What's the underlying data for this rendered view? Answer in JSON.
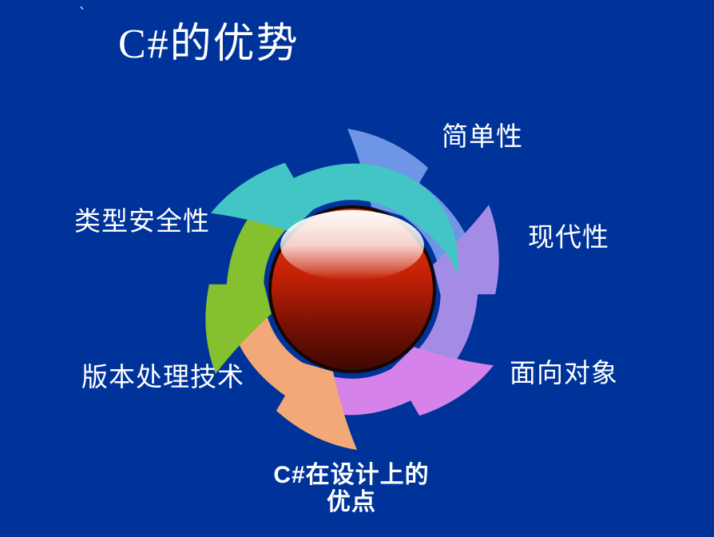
{
  "slide": {
    "title": "C#的优势",
    "stray_mark": "`",
    "background_color": "#003399",
    "text_color": "#ffffff"
  },
  "diagram": {
    "sphere": {
      "top_color": "#e63c1c",
      "mid_color": "#c32106",
      "lower_color": "#701004",
      "bottom_color": "#3c0801",
      "outline_color": "#170503",
      "gloss_color": "#ffffff"
    },
    "arrows": [
      {
        "points_to": "简单性",
        "color": "#6e95e6"
      },
      {
        "points_to": "现代性",
        "color": "#a48ce6"
      },
      {
        "points_to": "面向对象",
        "color": "#d583ea"
      },
      {
        "points_to": "C#在设计上的优点",
        "color": "#f3a877"
      },
      {
        "points_to": "版本处理技术",
        "color": "#85c02f"
      },
      {
        "points_to": "类型安全性",
        "color": "#43c5c5"
      }
    ],
    "labels": {
      "simplicity": "简单性",
      "modernity": "现代性",
      "object_oriented": "面向对象",
      "design_line1": "C#在设计上的",
      "design_line2": "优点",
      "versioning": "版本处理技术",
      "type_safety": "类型安全性"
    }
  }
}
